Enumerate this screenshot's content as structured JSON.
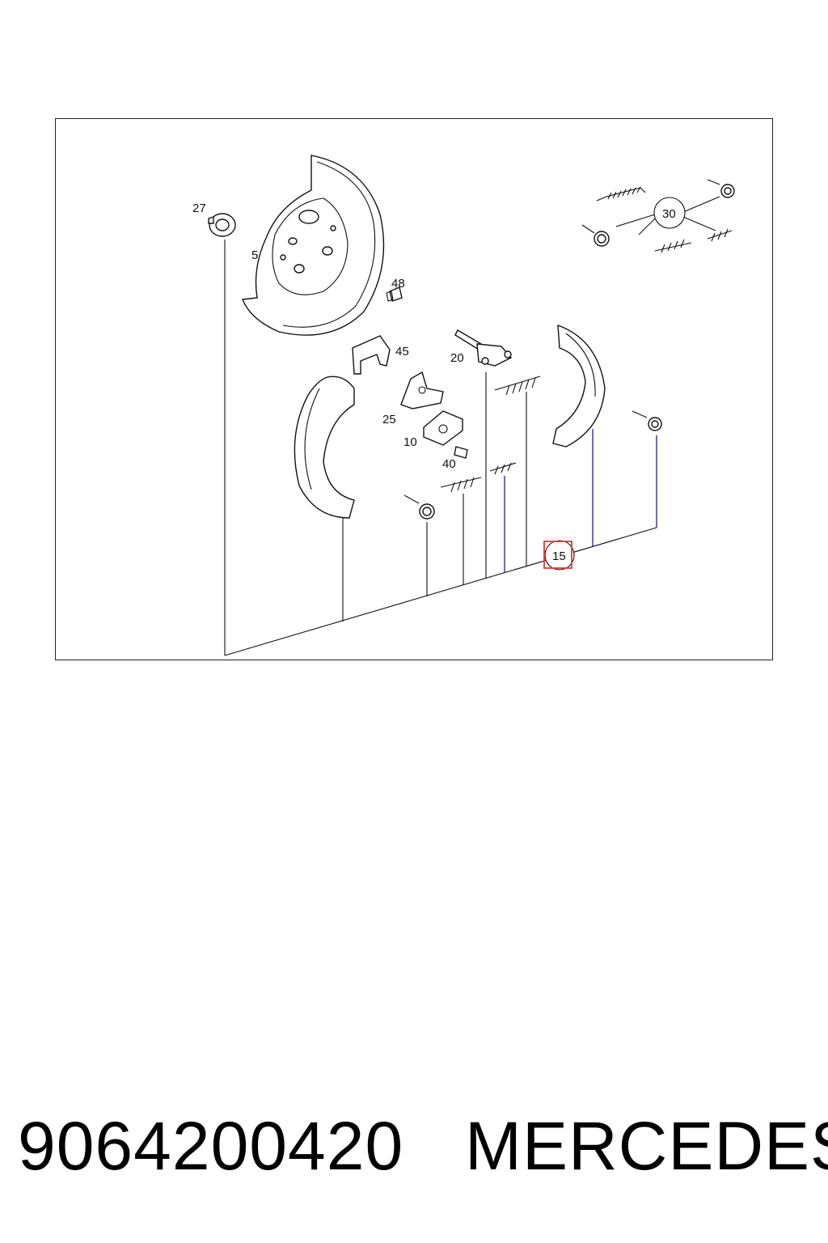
{
  "diagram": {
    "callouts": {
      "c27": "27",
      "c5": "5",
      "c48": "48",
      "c30": "30",
      "c45": "45",
      "c20": "20",
      "c25": "25",
      "c10": "10",
      "c40": "40",
      "c15": "15"
    },
    "highlighted_callout": "15",
    "highlight_color": "#e53935",
    "leader_accent_color": "#1a237e"
  },
  "footer": {
    "part_number": "9064200420",
    "brand": "MERCEDES"
  }
}
